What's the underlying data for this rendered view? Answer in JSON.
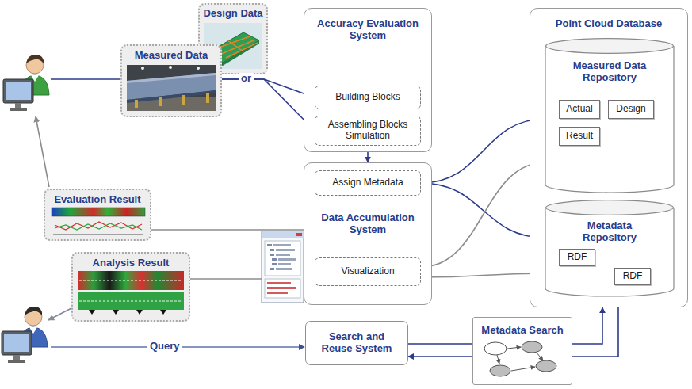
{
  "diagram": {
    "nodes": [
      {
        "text": [
          "Design Data"
        ]
      },
      {
        "text": [
          "Measured Data"
        ]
      },
      {
        "text": [
          "Accuracy Evaluation System"
        ]
      },
      {
        "text": [
          "Building Blocks"
        ],
        "in": 2
      },
      {
        "text": [
          "Assembling Blocks Simulation"
        ],
        "in": 2
      },
      {
        "text": [
          "Point Cloud Database"
        ]
      },
      {
        "text": [
          "Measured Data Repository"
        ],
        "in": 5
      },
      {
        "text": [
          "Actual"
        ],
        "in": 6
      },
      {
        "text": [
          "Design"
        ],
        "in": 6
      },
      {
        "text": [
          "Result"
        ],
        "in": 6
      },
      {
        "text": [
          "Data Accumulation System"
        ]
      },
      {
        "text": [
          "Assign Metadata"
        ],
        "in": 10
      },
      {
        "text": [
          "Visualization"
        ],
        "in": 10
      },
      {
        "text": [
          "Metadata Repository"
        ],
        "in": 5
      },
      {
        "text": [
          "RDF"
        ],
        "in": 13
      },
      {
        "text": [
          "RDF"
        ],
        "in": 13
      },
      {
        "text": [
          "Evaluation Result"
        ]
      },
      {
        "text": [
          "Analysis Result"
        ]
      },
      {
        "text": [
          "Search and Reuse System"
        ]
      },
      {
        "text": [
          "Metadata Search"
        ]
      }
    ],
    "edges": [
      {
        "from": 1,
        "to": 3,
        "arrow": "to"
      },
      {
        "from": 1,
        "to": 4,
        "arrow": "to"
      },
      {
        "from": 2,
        "to": 10,
        "arrow": "to"
      },
      {
        "from": 11,
        "to": 6,
        "arrow": "to"
      },
      {
        "from": 11,
        "to": 13,
        "arrow": "to"
      },
      {
        "from": 6,
        "to": 12,
        "arrow": "to"
      },
      {
        "from": 13,
        "to": 12,
        "arrow": "to"
      },
      {
        "from": 6,
        "to": 13,
        "arrow": "both"
      },
      {
        "from": 14,
        "to": 15,
        "arrow": "both"
      },
      {
        "from": 10,
        "to": 16,
        "arrow": "none"
      },
      {
        "from": 10,
        "to": 17,
        "arrow": "none"
      },
      {
        "from": 18,
        "to": 5,
        "arrow": "to"
      },
      {
        "from": 5,
        "to": 18,
        "arrow": "to"
      }
    ],
    "labels": [
      "or",
      "Query"
    ]
  }
}
